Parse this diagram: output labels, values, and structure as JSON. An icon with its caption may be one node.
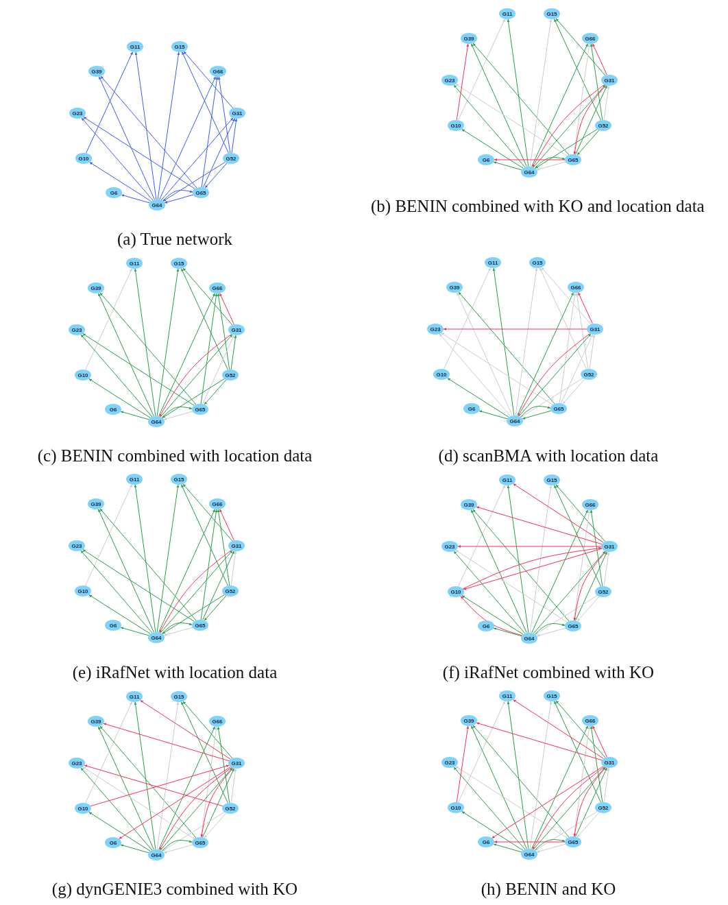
{
  "diagram": {
    "nodes": [
      {
        "text": [
          "G11"
        ]
      },
      {
        "text": [
          "G15"
        ]
      },
      {
        "text": [
          "G39"
        ]
      },
      {
        "text": [
          "G66"
        ]
      },
      {
        "text": [
          "G23"
        ]
      },
      {
        "text": [
          "G31"
        ]
      },
      {
        "text": [
          "G10"
        ]
      },
      {
        "text": [
          "G52"
        ]
      },
      {
        "text": [
          "G6"
        ]
      },
      {
        "text": [
          "G65"
        ]
      },
      {
        "text": [
          "G64"
        ]
      },
      {
        "text": [
          "G11"
        ]
      },
      {
        "text": [
          "G15"
        ]
      },
      {
        "text": [
          "G39"
        ]
      },
      {
        "text": [
          "G66"
        ]
      },
      {
        "text": [
          "G23"
        ]
      },
      {
        "text": [
          "G31"
        ]
      },
      {
        "text": [
          "G10"
        ]
      },
      {
        "text": [
          "G52"
        ]
      },
      {
        "text": [
          "G6"
        ]
      },
      {
        "text": [
          "G65"
        ]
      },
      {
        "text": [
          "G64"
        ]
      },
      {
        "text": [
          "G11"
        ]
      },
      {
        "text": [
          "G15"
        ]
      },
      {
        "text": [
          "G39"
        ]
      },
      {
        "text": [
          "G66"
        ]
      },
      {
        "text": [
          "G23"
        ]
      },
      {
        "text": [
          "G31"
        ]
      },
      {
        "text": [
          "G10"
        ]
      },
      {
        "text": [
          "G52"
        ]
      },
      {
        "text": [
          "G6"
        ]
      },
      {
        "text": [
          "G65"
        ]
      },
      {
        "text": [
          "G64"
        ]
      },
      {
        "text": [
          "G11"
        ]
      },
      {
        "text": [
          "G15"
        ]
      },
      {
        "text": [
          "G39"
        ]
      },
      {
        "text": [
          "G66"
        ]
      },
      {
        "text": [
          "G23"
        ]
      },
      {
        "text": [
          "G31"
        ]
      },
      {
        "text": [
          "G10"
        ]
      },
      {
        "text": [
          "G52"
        ]
      },
      {
        "text": [
          "G6"
        ]
      },
      {
        "text": [
          "G65"
        ]
      },
      {
        "text": [
          "G64"
        ]
      },
      {
        "text": [
          "G11"
        ]
      },
      {
        "text": [
          "G15"
        ]
      },
      {
        "text": [
          "G39"
        ]
      },
      {
        "text": [
          "G66"
        ]
      },
      {
        "text": [
          "G23"
        ]
      },
      {
        "text": [
          "G31"
        ]
      },
      {
        "text": [
          "G10"
        ]
      },
      {
        "text": [
          "G52"
        ]
      },
      {
        "text": [
          "G6"
        ]
      },
      {
        "text": [
          "G65"
        ]
      },
      {
        "text": [
          "G64"
        ]
      },
      {
        "text": [
          "G11"
        ]
      },
      {
        "text": [
          "G15"
        ]
      },
      {
        "text": [
          "G39"
        ]
      },
      {
        "text": [
          "G66"
        ]
      },
      {
        "text": [
          "G23"
        ]
      },
      {
        "text": [
          "G31"
        ]
      },
      {
        "text": [
          "G10"
        ]
      },
      {
        "text": [
          "G52"
        ]
      },
      {
        "text": [
          "G6"
        ]
      },
      {
        "text": [
          "G65"
        ]
      },
      {
        "text": [
          "G64"
        ]
      },
      {
        "text": [
          "G11"
        ]
      },
      {
        "text": [
          "G15"
        ]
      },
      {
        "text": [
          "G39"
        ]
      },
      {
        "text": [
          "G66"
        ]
      },
      {
        "text": [
          "G23"
        ]
      },
      {
        "text": [
          "G31"
        ]
      },
      {
        "text": [
          "G10"
        ]
      },
      {
        "text": [
          "G52"
        ]
      },
      {
        "text": [
          "G6"
        ]
      },
      {
        "text": [
          "G65"
        ]
      },
      {
        "text": [
          "G64"
        ]
      },
      {
        "text": [
          "G11"
        ]
      },
      {
        "text": [
          "G15"
        ]
      },
      {
        "text": [
          "G39"
        ]
      },
      {
        "text": [
          "G66"
        ]
      },
      {
        "text": [
          "G23"
        ]
      },
      {
        "text": [
          "G31"
        ]
      },
      {
        "text": [
          "G10"
        ]
      },
      {
        "text": [
          "G52"
        ]
      },
      {
        "text": [
          "G6"
        ]
      },
      {
        "text": [
          "G65"
        ]
      },
      {
        "text": [
          "G64"
        ]
      }
    ],
    "edges": [
      {
        "from": 6,
        "to": 0,
        "arrow": "to",
        "color": "#3a5cff"
      },
      {
        "from": 10,
        "to": 0,
        "arrow": "to",
        "color": "#3a5cff"
      },
      {
        "from": 10,
        "to": 2,
        "arrow": "to",
        "color": "#3a5cff"
      },
      {
        "from": 9,
        "to": 2,
        "arrow": "to",
        "color": "#3a5cff"
      },
      {
        "from": 10,
        "to": 4,
        "arrow": "to",
        "color": "#3a5cff"
      },
      {
        "from": 9,
        "to": 4,
        "arrow": "to",
        "color": "#3a5cff"
      },
      {
        "from": 10,
        "to": 6,
        "arrow": "to",
        "color": "#3a5cff"
      },
      {
        "from": 10,
        "to": 8,
        "arrow": "to",
        "color": "#3a5cff"
      },
      {
        "from": 10,
        "to": 1,
        "arrow": "to",
        "color": "#3a5cff"
      },
      {
        "from": 7,
        "to": 1,
        "arrow": "to",
        "color": "#3a5cff"
      },
      {
        "from": 5,
        "to": 1,
        "arrow": "to",
        "color": "#3a5cff"
      },
      {
        "from": 10,
        "to": 3,
        "arrow": "to",
        "color": "#3a5cff"
      },
      {
        "from": 9,
        "to": 3,
        "arrow": "to",
        "color": "#3a5cff"
      },
      {
        "from": 7,
        "to": 3,
        "arrow": "to",
        "color": "#3a5cff"
      },
      {
        "from": 10,
        "to": 5,
        "arrow": "to",
        "color": "#3a5cff"
      },
      {
        "from": 9,
        "to": 5,
        "arrow": "to",
        "color": "#3a5cff"
      },
      {
        "from": 7,
        "to": 5,
        "arrow": "to",
        "color": "#3a5cff"
      },
      {
        "from": 7,
        "to": 10,
        "arrow": "to",
        "color": "#3a5cff"
      },
      {
        "from": 7,
        "to": 9,
        "arrow": "to",
        "color": "#3a5cff"
      },
      {
        "from": 9,
        "to": 10,
        "arrow": "to",
        "color": "#3a5cff"
      },
      {
        "from": 10,
        "to": 9,
        "arrow": "to",
        "color": "#3a5cff"
      },
      {
        "from": 17,
        "to": 11,
        "arrow": "to",
        "color": "#cccccc"
      },
      {
        "from": 21,
        "to": 11,
        "arrow": "to"
      },
      {
        "from": 21,
        "to": 13,
        "arrow": "to"
      },
      {
        "from": 20,
        "to": 13,
        "arrow": "to"
      },
      {
        "from": 21,
        "to": 15,
        "arrow": "to"
      },
      {
        "from": 20,
        "to": 15,
        "arrow": "to",
        "color": "#cccccc"
      },
      {
        "from": 21,
        "to": 17,
        "arrow": "to"
      },
      {
        "from": 21,
        "to": 19,
        "arrow": "to"
      },
      {
        "from": 21,
        "to": 12,
        "arrow": "to",
        "color": "#cccccc"
      },
      {
        "from": 18,
        "to": 12,
        "arrow": "to"
      },
      {
        "from": 16,
        "to": 12,
        "arrow": "to"
      },
      {
        "from": 21,
        "to": 14,
        "arrow": "to"
      },
      {
        "from": 20,
        "to": 14,
        "arrow": "to",
        "color": "#cccccc"
      },
      {
        "from": 18,
        "to": 14,
        "arrow": "to"
      },
      {
        "from": 21,
        "to": 16,
        "arrow": "to"
      },
      {
        "from": 20,
        "to": 16,
        "arrow": "to"
      },
      {
        "from": 18,
        "to": 16,
        "arrow": "to",
        "color": "#cccccc"
      },
      {
        "from": 18,
        "to": 21,
        "arrow": "to"
      },
      {
        "from": 18,
        "to": 20,
        "arrow": "to"
      },
      {
        "from": 20,
        "to": 21,
        "arrow": "to",
        "color": "#cccccc"
      },
      {
        "from": 21,
        "to": 20,
        "arrow": "to"
      },
      {
        "from": 17,
        "to": 13,
        "arrow": "to",
        "color": "#ff2b5a"
      },
      {
        "from": 16,
        "to": 14,
        "arrow": "to",
        "color": "#ff2b5a"
      },
      {
        "from": 20,
        "to": 19,
        "arrow": "to",
        "color": "#ff2b5a"
      },
      {
        "from": 16,
        "to": 21,
        "arrow": "to",
        "color": "#ff2b5a"
      },
      {
        "from": 16,
        "to": 20,
        "arrow": "to",
        "color": "#ff2b5a"
      },
      {
        "from": 28,
        "to": 22,
        "arrow": "to",
        "color": "#cccccc"
      },
      {
        "from": 32,
        "to": 22,
        "arrow": "to"
      },
      {
        "from": 32,
        "to": 24,
        "arrow": "to"
      },
      {
        "from": 31,
        "to": 24,
        "arrow": "to"
      },
      {
        "from": 32,
        "to": 26,
        "arrow": "to"
      },
      {
        "from": 31,
        "to": 26,
        "arrow": "to"
      },
      {
        "from": 32,
        "to": 28,
        "arrow": "to"
      },
      {
        "from": 32,
        "to": 30,
        "arrow": "to"
      },
      {
        "from": 32,
        "to": 23,
        "arrow": "to"
      },
      {
        "from": 29,
        "to": 23,
        "arrow": "to"
      },
      {
        "from": 27,
        "to": 23,
        "arrow": "to"
      },
      {
        "from": 32,
        "to": 25,
        "arrow": "to"
      },
      {
        "from": 31,
        "to": 25,
        "arrow": "to"
      },
      {
        "from": 29,
        "to": 25,
        "arrow": "to"
      },
      {
        "from": 32,
        "to": 27,
        "arrow": "to"
      },
      {
        "from": 31,
        "to": 27,
        "arrow": "to",
        "color": "#cccccc"
      },
      {
        "from": 29,
        "to": 27,
        "arrow": "to"
      },
      {
        "from": 29,
        "to": 32,
        "arrow": "to"
      },
      {
        "from": 29,
        "to": 31,
        "arrow": "to"
      },
      {
        "from": 31,
        "to": 32,
        "arrow": "to",
        "color": "#cccccc"
      },
      {
        "from": 32,
        "to": 31,
        "arrow": "to"
      },
      {
        "from": 27,
        "to": 25,
        "arrow": "to",
        "color": "#ff2b5a"
      },
      {
        "from": 27,
        "to": 32,
        "arrow": "to",
        "color": "#ff2b5a"
      },
      {
        "from": 39,
        "to": 33,
        "arrow": "to",
        "color": "#cccccc"
      },
      {
        "from": 43,
        "to": 33,
        "arrow": "to"
      },
      {
        "from": 43,
        "to": 35,
        "arrow": "to",
        "color": "#cccccc"
      },
      {
        "from": 42,
        "to": 35,
        "arrow": "to"
      },
      {
        "from": 43,
        "to": 37,
        "arrow": "to",
        "color": "#cccccc"
      },
      {
        "from": 42,
        "to": 37,
        "arrow": "to",
        "color": "#cccccc"
      },
      {
        "from": 43,
        "to": 39,
        "arrow": "to"
      },
      {
        "from": 43,
        "to": 41,
        "arrow": "to"
      },
      {
        "from": 43,
        "to": 34,
        "arrow": "to",
        "color": "#cccccc"
      },
      {
        "from": 40,
        "to": 34,
        "arrow": "to",
        "color": "#cccccc"
      },
      {
        "from": 38,
        "to": 34,
        "arrow": "to",
        "color": "#cccccc"
      },
      {
        "from": 43,
        "to": 36,
        "arrow": "to"
      },
      {
        "from": 42,
        "to": 36,
        "arrow": "to",
        "color": "#cccccc"
      },
      {
        "from": 40,
        "to": 36,
        "arrow": "to",
        "color": "#cccccc"
      },
      {
        "from": 43,
        "to": 38,
        "arrow": "to"
      },
      {
        "from": 42,
        "to": 38,
        "arrow": "to",
        "color": "#cccccc"
      },
      {
        "from": 40,
        "to": 38,
        "arrow": "to",
        "color": "#cccccc"
      },
      {
        "from": 40,
        "to": 43,
        "arrow": "to",
        "color": "#cccccc"
      },
      {
        "from": 40,
        "to": 42,
        "arrow": "to",
        "color": "#cccccc"
      },
      {
        "from": 42,
        "to": 43,
        "arrow": "to"
      },
      {
        "from": 43,
        "to": 42,
        "arrow": "to"
      },
      {
        "from": 38,
        "to": 37,
        "arrow": "to",
        "color": "#ff2b5a"
      },
      {
        "from": 38,
        "to": 36,
        "arrow": "to",
        "color": "#ff2b5a"
      },
      {
        "from": 38,
        "to": 43,
        "arrow": "to",
        "color": "#ff2b5a"
      },
      {
        "from": 50,
        "to": 44,
        "arrow": "to",
        "color": "#cccccc"
      },
      {
        "from": 54,
        "to": 44,
        "arrow": "to"
      },
      {
        "from": 54,
        "to": 46,
        "arrow": "to"
      },
      {
        "from": 53,
        "to": 46,
        "arrow": "to"
      },
      {
        "from": 54,
        "to": 48,
        "arrow": "to"
      },
      {
        "from": 53,
        "to": 48,
        "arrow": "to"
      },
      {
        "from": 54,
        "to": 50,
        "arrow": "to"
      },
      {
        "from": 54,
        "to": 52,
        "arrow": "to"
      },
      {
        "from": 54,
        "to": 45,
        "arrow": "to"
      },
      {
        "from": 51,
        "to": 45,
        "arrow": "to"
      },
      {
        "from": 49,
        "to": 45,
        "arrow": "to"
      },
      {
        "from": 54,
        "to": 47,
        "arrow": "to"
      },
      {
        "from": 53,
        "to": 47,
        "arrow": "to"
      },
      {
        "from": 51,
        "to": 47,
        "arrow": "to"
      },
      {
        "from": 54,
        "to": 49,
        "arrow": "to"
      },
      {
        "from": 53,
        "to": 49,
        "arrow": "to"
      },
      {
        "from": 51,
        "to": 49,
        "arrow": "to",
        "color": "#cccccc"
      },
      {
        "from": 51,
        "to": 54,
        "arrow": "to"
      },
      {
        "from": 51,
        "to": 53,
        "arrow": "to"
      },
      {
        "from": 53,
        "to": 54,
        "arrow": "to",
        "color": "#cccccc"
      },
      {
        "from": 54,
        "to": 53,
        "arrow": "to"
      },
      {
        "from": 49,
        "to": 47,
        "arrow": "to",
        "color": "#ff2b5a"
      },
      {
        "from": 49,
        "to": 54,
        "arrow": "to",
        "color": "#ff2b5a"
      },
      {
        "from": 61,
        "to": 55,
        "arrow": "to",
        "color": "#cccccc"
      },
      {
        "from": 65,
        "to": 55,
        "arrow": "to"
      },
      {
        "from": 65,
        "to": 57,
        "arrow": "to"
      },
      {
        "from": 64,
        "to": 57,
        "arrow": "to"
      },
      {
        "from": 65,
        "to": 59,
        "arrow": "to"
      },
      {
        "from": 64,
        "to": 59,
        "arrow": "to",
        "color": "#cccccc"
      },
      {
        "from": 65,
        "to": 61,
        "arrow": "to"
      },
      {
        "from": 65,
        "to": 63,
        "arrow": "to"
      },
      {
        "from": 65,
        "to": 56,
        "arrow": "to",
        "color": "#cccccc"
      },
      {
        "from": 62,
        "to": 56,
        "arrow": "to"
      },
      {
        "from": 60,
        "to": 56,
        "arrow": "to"
      },
      {
        "from": 65,
        "to": 58,
        "arrow": "to"
      },
      {
        "from": 64,
        "to": 58,
        "arrow": "to",
        "color": "#cccccc"
      },
      {
        "from": 62,
        "to": 58,
        "arrow": "to"
      },
      {
        "from": 65,
        "to": 60,
        "arrow": "to"
      },
      {
        "from": 64,
        "to": 60,
        "arrow": "to"
      },
      {
        "from": 62,
        "to": 60,
        "arrow": "to",
        "color": "#cccccc"
      },
      {
        "from": 62,
        "to": 65,
        "arrow": "to",
        "color": "#cccccc"
      },
      {
        "from": 62,
        "to": 64,
        "arrow": "to",
        "color": "#cccccc"
      },
      {
        "from": 64,
        "to": 65,
        "arrow": "to",
        "color": "#cccccc"
      },
      {
        "from": 65,
        "to": 64,
        "arrow": "to"
      },
      {
        "from": 60,
        "to": 55,
        "arrow": "to",
        "color": "#ff2b5a"
      },
      {
        "from": 60,
        "to": 57,
        "arrow": "to",
        "color": "#ff2b5a"
      },
      {
        "from": 60,
        "to": 59,
        "arrow": "to",
        "color": "#ff2b5a"
      },
      {
        "from": 60,
        "to": 61,
        "arrow": "to",
        "color": "#ff2b5a"
      },
      {
        "from": 61,
        "to": 60,
        "arrow": "to",
        "color": "#ff2b5a"
      },
      {
        "from": 65,
        "to": 61,
        "arrow": "to",
        "color": "#ff2b5a"
      },
      {
        "from": 60,
        "to": 64,
        "arrow": "to",
        "color": "#ff2b5a"
      },
      {
        "from": 72,
        "to": 66,
        "arrow": "to",
        "color": "#cccccc"
      },
      {
        "from": 76,
        "to": 66,
        "arrow": "to"
      },
      {
        "from": 76,
        "to": 68,
        "arrow": "to"
      },
      {
        "from": 75,
        "to": 68,
        "arrow": "to"
      },
      {
        "from": 76,
        "to": 70,
        "arrow": "to"
      },
      {
        "from": 75,
        "to": 70,
        "arrow": "to",
        "color": "#cccccc"
      },
      {
        "from": 76,
        "to": 72,
        "arrow": "to"
      },
      {
        "from": 76,
        "to": 74,
        "arrow": "to"
      },
      {
        "from": 76,
        "to": 67,
        "arrow": "to",
        "color": "#cccccc"
      },
      {
        "from": 73,
        "to": 67,
        "arrow": "to"
      },
      {
        "from": 71,
        "to": 67,
        "arrow": "to"
      },
      {
        "from": 76,
        "to": 69,
        "arrow": "to"
      },
      {
        "from": 75,
        "to": 69,
        "arrow": "to",
        "color": "#cccccc"
      },
      {
        "from": 73,
        "to": 69,
        "arrow": "to"
      },
      {
        "from": 76,
        "to": 71,
        "arrow": "to"
      },
      {
        "from": 75,
        "to": 71,
        "arrow": "to"
      },
      {
        "from": 73,
        "to": 71,
        "arrow": "to",
        "color": "#cccccc"
      },
      {
        "from": 73,
        "to": 76,
        "arrow": "to",
        "color": "#cccccc"
      },
      {
        "from": 73,
        "to": 75,
        "arrow": "to",
        "color": "#cccccc"
      },
      {
        "from": 75,
        "to": 76,
        "arrow": "to",
        "color": "#cccccc"
      },
      {
        "from": 76,
        "to": 75,
        "arrow": "to"
      },
      {
        "from": 71,
        "to": 66,
        "arrow": "to",
        "color": "#ff2b5a"
      },
      {
        "from": 71,
        "to": 68,
        "arrow": "to",
        "color": "#ff2b5a"
      },
      {
        "from": 73,
        "to": 70,
        "arrow": "to",
        "color": "#ff2b5a"
      },
      {
        "from": 72,
        "to": 71,
        "arrow": "to",
        "color": "#ff2b5a"
      },
      {
        "from": 71,
        "to": 74,
        "arrow": "to",
        "color": "#ff2b5a"
      },
      {
        "from": 71,
        "to": 76,
        "arrow": "to",
        "color": "#ff2b5a"
      },
      {
        "from": 71,
        "to": 75,
        "arrow": "to",
        "color": "#ff2b5a"
      },
      {
        "from": 83,
        "to": 77,
        "arrow": "to",
        "color": "#cccccc"
      },
      {
        "from": 87,
        "to": 77,
        "arrow": "to"
      },
      {
        "from": 87,
        "to": 79,
        "arrow": "to"
      },
      {
        "from": 86,
        "to": 79,
        "arrow": "to"
      },
      {
        "from": 87,
        "to": 81,
        "arrow": "to"
      },
      {
        "from": 86,
        "to": 81,
        "arrow": "to",
        "color": "#cccccc"
      },
      {
        "from": 87,
        "to": 83,
        "arrow": "to"
      },
      {
        "from": 87,
        "to": 85,
        "arrow": "to"
      },
      {
        "from": 87,
        "to": 78,
        "arrow": "to",
        "color": "#cccccc"
      },
      {
        "from": 84,
        "to": 78,
        "arrow": "to"
      },
      {
        "from": 82,
        "to": 78,
        "arrow": "to"
      },
      {
        "from": 87,
        "to": 80,
        "arrow": "to"
      },
      {
        "from": 86,
        "to": 80,
        "arrow": "to",
        "color": "#cccccc"
      },
      {
        "from": 84,
        "to": 80,
        "arrow": "to"
      },
      {
        "from": 87,
        "to": 82,
        "arrow": "to"
      },
      {
        "from": 86,
        "to": 82,
        "arrow": "to"
      },
      {
        "from": 84,
        "to": 82,
        "arrow": "to",
        "color": "#cccccc"
      },
      {
        "from": 84,
        "to": 87,
        "arrow": "to",
        "color": "#cccccc"
      },
      {
        "from": 84,
        "to": 86,
        "arrow": "to",
        "color": "#cccccc"
      },
      {
        "from": 86,
        "to": 87,
        "arrow": "to",
        "color": "#cccccc"
      },
      {
        "from": 87,
        "to": 86,
        "arrow": "to"
      },
      {
        "from": 82,
        "to": 77,
        "arrow": "to",
        "color": "#ff2b5a"
      },
      {
        "from": 82,
        "to": 79,
        "arrow": "to",
        "color": "#ff2b5a"
      },
      {
        "from": 83,
        "to": 79,
        "arrow": "to",
        "color": "#ff2b5a"
      },
      {
        "from": 82,
        "to": 80,
        "arrow": "to",
        "color": "#ff2b5a"
      },
      {
        "from": 82,
        "to": 85,
        "arrow": "to",
        "color": "#ff2b5a"
      },
      {
        "from": 86,
        "to": 85,
        "arrow": "to",
        "color": "#ff2b5a"
      },
      {
        "from": 82,
        "to": 87,
        "arrow": "to",
        "color": "#ff2b5a"
      },
      {
        "from": 82,
        "to": 86,
        "arrow": "to",
        "color": "#ff2b5a"
      }
    ],
    "labels": [
      "(a) True network",
      "(b) BENIN combined with KO and location data",
      "(c) BENIN combined with location data",
      "(d) scanBMA with location data",
      "(e) iRafNet with location data",
      "(f) iRafNet combined with KO",
      "(g) dynGENIE3 combined with KO",
      "(h) BENIN and KO"
    ]
  }
}
